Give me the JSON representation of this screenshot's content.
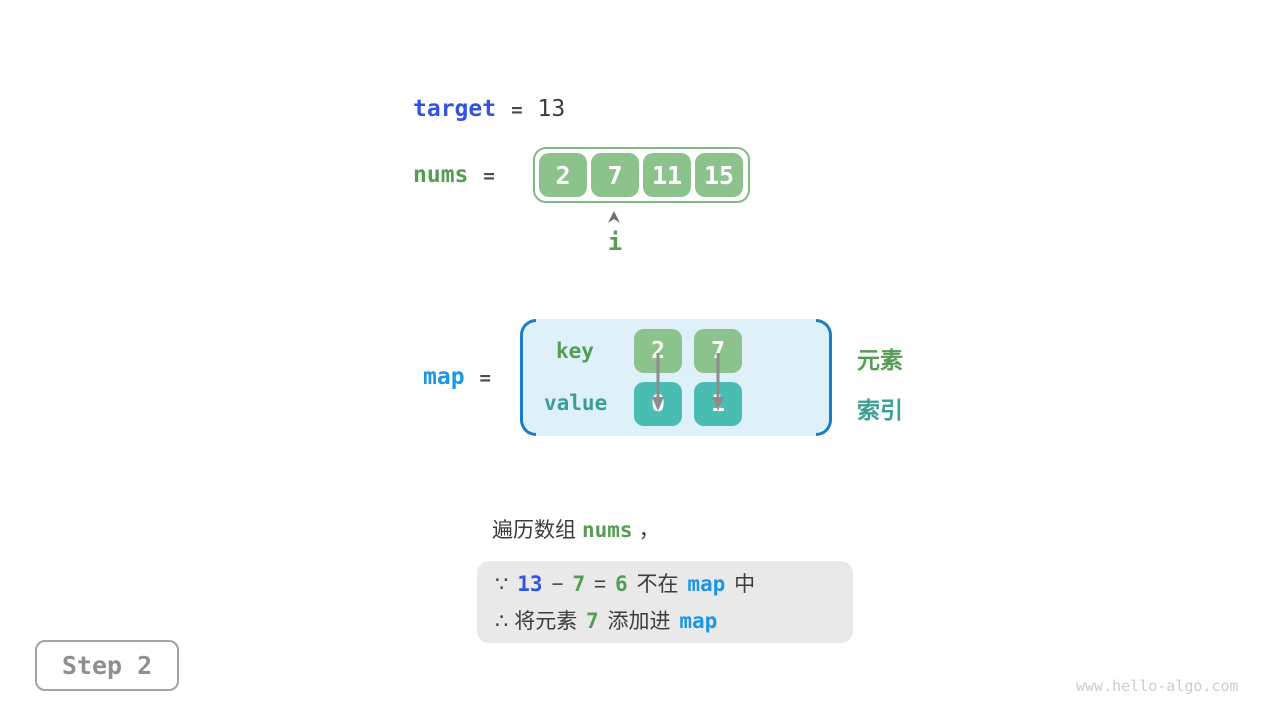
{
  "colors": {
    "royal_blue": "#3354e0",
    "light_blue": "#1e96e8",
    "green_text": "#569c56",
    "teal_text": "#3d9e96",
    "dark_text": "#3c3c3c",
    "green_box_fill": "#8cc28c",
    "teal_box_fill": "#4abdb3",
    "array_border_green": "#82bb82",
    "map_background": "#def0fa",
    "map_bracket_blue": "#1b7cc8",
    "note_box_gray": "#e9e9e9",
    "step_gray": "#8f8f8f",
    "watermark_gray": "#cccccc",
    "arrow_gray": "#8c8c8c"
  },
  "target_line": {
    "label": "target",
    "eq": "=",
    "value": "13"
  },
  "nums_line": {
    "label": "nums",
    "eq": "="
  },
  "nums_array": {
    "values": [
      "2",
      "7",
      "11",
      "15"
    ]
  },
  "pointer": {
    "label": "i"
  },
  "map_line": {
    "label": "map",
    "eq": "="
  },
  "map_table": {
    "key_label": "key",
    "value_label": "value",
    "keys": [
      "2",
      "7"
    ],
    "values": [
      "0",
      "1"
    ]
  },
  "side_labels": {
    "element": "元素",
    "index": "索引"
  },
  "caption": {
    "prefix": "遍历数组",
    "code": "nums",
    "suffix": "，"
  },
  "note_box": {
    "line1": [
      {
        "text": "∵ "
      },
      {
        "text": "13"
      },
      {
        "text": " − "
      },
      {
        "text": "7"
      },
      {
        "text": " = "
      },
      {
        "text": "6"
      },
      {
        "text": " 不在 "
      },
      {
        "text": "map"
      },
      {
        "text": " 中"
      }
    ],
    "line2": [
      {
        "text": "∴ 将元素 "
      },
      {
        "text": "7"
      },
      {
        "text": " 添加进 "
      },
      {
        "text": "map"
      }
    ]
  },
  "step_badge": {
    "label": "Step 2"
  },
  "watermark": {
    "text": "www.hello-algo.com"
  }
}
